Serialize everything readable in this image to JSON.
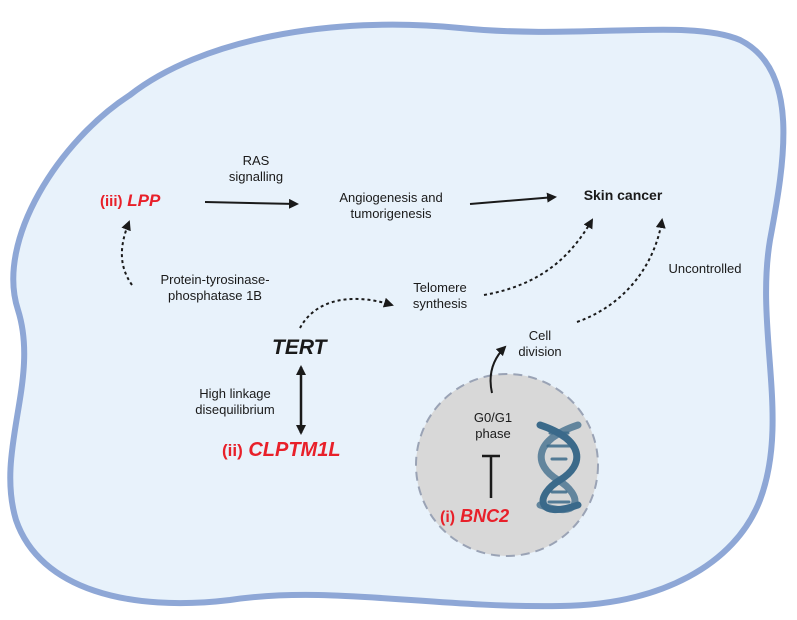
{
  "colors": {
    "cell_fill": "#e8f2fb",
    "cell_border": "#8ea7d6",
    "nucleus_fill": "#d8d8d8",
    "nucleus_border": "#9aa3b5",
    "gene_highlight": "#e8202a",
    "text": "#1a1a1a",
    "dna": "#3b6a8a"
  },
  "genes": {
    "lpp": {
      "prefix": "(iii)",
      "name": "LPP"
    },
    "clptm1l": {
      "prefix": "(ii)",
      "name": "CLPTM1L"
    },
    "bnc2": {
      "prefix": "(i)",
      "name": "BNC2"
    },
    "tert": {
      "name": "TERT"
    }
  },
  "labels": {
    "ras": "RAS\nsignalling",
    "angio": "Angiogenesis and\ntumorigenesis",
    "skin_cancer": "Skin cancer",
    "ptp1b": "Protein-tyrosinase-\nphosphatase 1B",
    "telomere": "Telomere\nsynthesis",
    "uncontrolled": "Uncontrolled",
    "cell_division": "Cell\ndivision",
    "linkage": "High linkage\ndisequilibrium",
    "phase": "G0/G1\nphase"
  },
  "icons": {
    "dna": "dna-helix-icon"
  }
}
